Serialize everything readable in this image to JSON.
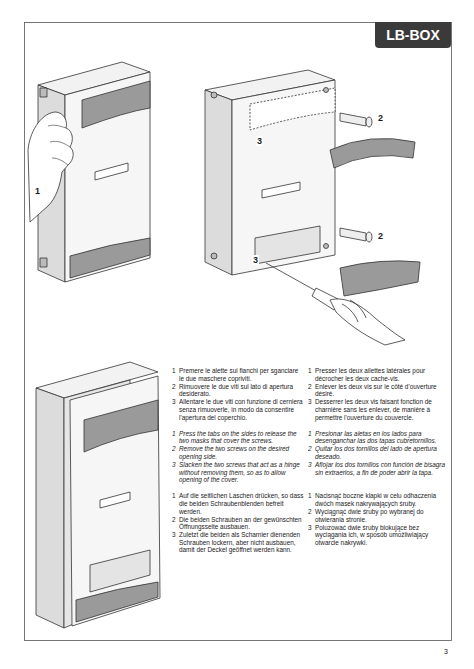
{
  "diagram": {
    "title": "LB-BOX",
    "labels": [
      "1",
      "3",
      "2",
      "2",
      "3",
      "1",
      "Premere le alette sui fianchi per sganciare le due maschere copriviti.",
      "2",
      "Rimuovere le due viti sul lato di apertura desiderato.",
      "3",
      "Allentare le due viti con funzione di cerniera senza rimuoverle, in modo da consentire l'apertura del coperchio.",
      "1",
      "Presser les deux ailettes latérales pour décrocher les deux cache-vis.",
      "2",
      "Enlever les deux vis sur le côté d'ouverture désiré.",
      "3",
      "Desserrer les deux vis faisant fonction de charnière sans les enlever, de manière à permettre l'ouverture du couvercle.",
      "1",
      "Press the tabs on the sides to release the two masks that cover the screws.",
      "2",
      "Remove the two screws on the desired opening side.",
      "3",
      "Slacken the two screws that act as a hinge without removing them, so as to allow opening of the cover.",
      "1",
      "Presionar las aletas en los lados para desenganchar las dos tapas cubretornillos.",
      "2",
      "Quitar los dos tornillos del lado de apertura deseado.",
      "3",
      "Aflojar los dos tornillos con función de bisagra sin extraerlos, a fin de poder abrir la tapa.",
      "1",
      "Auf die seitlichen Laschen drücken, so dass die beiden Schraubenblenden befreit werden.",
      "2",
      "Die beiden Schrauben an der gewünschten Öffnungsseite ausbauen.",
      "3",
      "Zuletzt die beiden als Scharnier dienenden Schrauben lockern, aber nicht ausbauen, damit der Deckel geöffnet werden kann.",
      "1",
      "Nacisnąć boczne klapki w celu odhaczenia dwóch masek nakrywających śruby.",
      "2",
      "Wyciągnąć dwie śruby po wybranej do otwierania stronie.",
      "3",
      "Poluzować dwie śruby blokujące bez wyciągania ich, w sposób umożliwiający otwarcie nakrywki.",
      "3"
    ]
  }
}
